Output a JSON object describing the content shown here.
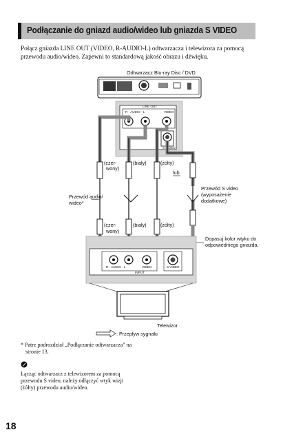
{
  "title": "Podłączanie do gniazd audio/wideo lub gniazda S VIDEO",
  "intro": "Połącz gniazda LINE OUT (VIDEO, R-AUDIO-L) odtwarzacza i telewizora za pomocą przewodu audio/wideo. Zapewni to standardową jakość obrazu i dźwięku.",
  "diagram": {
    "player_label": "Odtwarzacz Blu-ray Disc / DVD",
    "line_out": "LINE OUT",
    "r_audio_l": "R - AUDIO - L",
    "video": "VIDEO",
    "s_video": "S VIDEO",
    "red_top": [
      "(czer-",
      "wony)"
    ],
    "white_top": "(biały)",
    "yellow_top": "(żółty)",
    "lub": "lub",
    "av_cable": [
      "Przewód audio/",
      "wideo*"
    ],
    "svideo_cable": [
      "Przewód S video",
      "(wyposażenie",
      "dodatkowe)"
    ],
    "red_bottom": [
      "(czer-",
      "wony)"
    ],
    "white_bottom": "(biały)",
    "yellow_bottom": "(żółty)",
    "match_color": [
      "Dopasuj kolor wtyku do",
      "odpowiedniego gniazda."
    ],
    "input": "INPUT",
    "tv_label": "Telewizor",
    "signal_flow": ": Przepływ sygnału"
  },
  "footnote": [
    "* Patrz podrozdział „Podłączanie odtwarzacza\" na",
    "stronie 13."
  ],
  "note_icon": "note-icon",
  "note": [
    "Łącząc odtwarzacz z telewizorem za pomocą",
    "przewodu S video, należy odłączyć wtyk wizji",
    "(żółty) przewodu audio/wideo."
  ],
  "page_number": "18"
}
